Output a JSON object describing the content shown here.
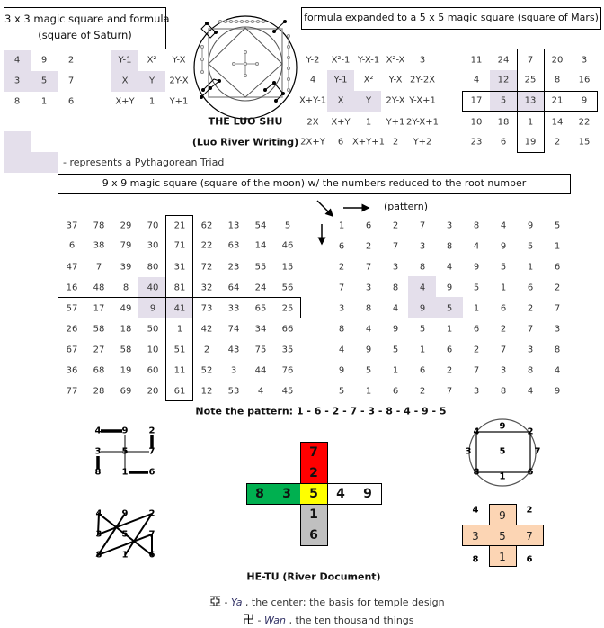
{
  "saturn": {
    "title1": "3 x 3 magic square and formula",
    "title2": "(square of Saturn)",
    "numbers": [
      [
        "4",
        "9",
        "2"
      ],
      [
        "3",
        "5",
        "7"
      ],
      [
        "8",
        "1",
        "6"
      ]
    ],
    "formula": [
      [
        "Y-1",
        "X²",
        "Y-X"
      ],
      [
        "X",
        "Y",
        "2Y-X"
      ],
      [
        "X+Y",
        "1",
        "Y+1"
      ]
    ]
  },
  "luoshu": {
    "title": "THE LUO SHU",
    "subtitle": "(Luo River Writing)"
  },
  "legend": {
    "text": "- represents a Pythagorean Triad",
    "shade_color": "#e4dfeb"
  },
  "mars": {
    "title": "formula expanded to a 5 x 5 magic square (square of Mars)",
    "formula": [
      [
        "Y-2",
        "X²-1",
        "Y-X-1",
        "X²-X",
        "3"
      ],
      [
        "4",
        "Y-1",
        "X²",
        "Y-X",
        "2Y-2X"
      ],
      [
        "X+Y-1",
        "X",
        "Y",
        "2Y-X",
        "Y-X+1"
      ],
      [
        "2X",
        "X+Y",
        "1",
        "Y+1",
        "2Y-X+1"
      ],
      [
        "2X+Y",
        "6",
        "X+Y+1",
        "2",
        "Y+2"
      ]
    ],
    "numbers": [
      [
        "11",
        "24",
        "7",
        "20",
        "3"
      ],
      [
        "4",
        "12",
        "25",
        "8",
        "16"
      ],
      [
        "17",
        "5",
        "13",
        "21",
        "9"
      ],
      [
        "10",
        "18",
        "1",
        "14",
        "22"
      ],
      [
        "23",
        "6",
        "19",
        "2",
        "15"
      ]
    ]
  },
  "moon": {
    "title": "9 x 9 magic square (square of the moon) w/ the numbers reduced to the root number",
    "numbers": [
      [
        "37",
        "78",
        "29",
        "70",
        "21",
        "62",
        "13",
        "54",
        "5"
      ],
      [
        "6",
        "38",
        "79",
        "30",
        "71",
        "22",
        "63",
        "14",
        "46"
      ],
      [
        "47",
        "7",
        "39",
        "80",
        "31",
        "72",
        "23",
        "55",
        "15"
      ],
      [
        "16",
        "48",
        "8",
        "40",
        "81",
        "32",
        "64",
        "24",
        "56"
      ],
      [
        "57",
        "17",
        "49",
        "9",
        "41",
        "73",
        "33",
        "65",
        "25"
      ],
      [
        "26",
        "58",
        "18",
        "50",
        "1",
        "42",
        "74",
        "34",
        "66"
      ],
      [
        "67",
        "27",
        "58",
        "10",
        "51",
        "2",
        "43",
        "75",
        "35"
      ],
      [
        "36",
        "68",
        "19",
        "60",
        "11",
        "52",
        "3",
        "44",
        "76"
      ],
      [
        "77",
        "28",
        "69",
        "20",
        "61",
        "12",
        "53",
        "4",
        "45"
      ]
    ],
    "pattern_label": "(pattern)",
    "reduced": [
      [
        "1",
        "6",
        "2",
        "7",
        "3",
        "8",
        "4",
        "9",
        "5"
      ],
      [
        "6",
        "2",
        "7",
        "3",
        "8",
        "4",
        "9",
        "5",
        "1"
      ],
      [
        "2",
        "7",
        "3",
        "8",
        "4",
        "9",
        "5",
        "1",
        "6"
      ],
      [
        "7",
        "3",
        "8",
        "4",
        "9",
        "5",
        "1",
        "6",
        "2"
      ],
      [
        "3",
        "8",
        "4",
        "9",
        "5",
        "1",
        "6",
        "2",
        "7"
      ],
      [
        "8",
        "4",
        "9",
        "5",
        "1",
        "6",
        "2",
        "7",
        "3"
      ],
      [
        "4",
        "9",
        "5",
        "1",
        "6",
        "2",
        "7",
        "3",
        "8"
      ],
      [
        "9",
        "5",
        "1",
        "6",
        "2",
        "7",
        "3",
        "8",
        "4"
      ],
      [
        "5",
        "1",
        "6",
        "2",
        "7",
        "3",
        "8",
        "4",
        "9"
      ]
    ],
    "note": "Note the pattern:  1 - 6 - 2 - 7 - 3 - 8 - 4 - 9 - 5"
  },
  "diagrams": {
    "grid": [
      [
        "4",
        "9",
        "2"
      ],
      [
        "3",
        "5",
        "7"
      ],
      [
        "8",
        "1",
        "6"
      ]
    ]
  },
  "hetu": {
    "title": "HE-TU (River Document)",
    "top": [
      "7",
      "2"
    ],
    "left": [
      "8",
      "3"
    ],
    "center": "5",
    "right": [
      "4",
      "9"
    ],
    "bottom": [
      "1",
      "6"
    ],
    "colors": {
      "top": "#ff0000",
      "left": "#00b050",
      "center": "#ffff00",
      "right": "#ffffff",
      "bottom": "#c0c0c0",
      "cross": "#fcd5b4"
    }
  },
  "symbols": [
    {
      "glyph": "亞",
      "dash": " - ",
      "name": "Ya",
      "rest": " , the center; the basis for temple design"
    },
    {
      "glyph": "卍",
      "dash": " - ",
      "name": "Wan",
      "rest": " ,  the ten thousand things"
    }
  ]
}
